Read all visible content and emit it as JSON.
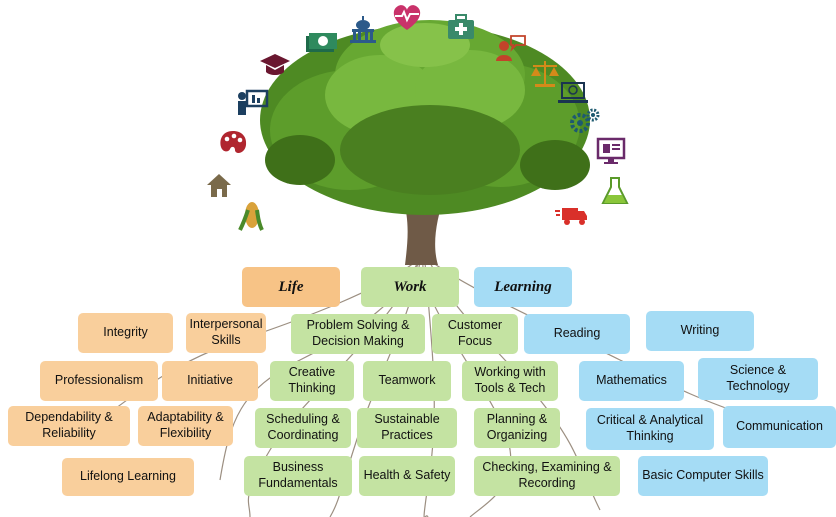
{
  "headers": {
    "life": "Life",
    "work": "Work",
    "learning": "Learning"
  },
  "life": {
    "integrity": "Integrity",
    "interpersonal_skills": "Interpersonal Skills",
    "professionalism": "Professionalism",
    "initiative": "Initiative",
    "dependability": "Dependability & Reliability",
    "adaptability": "Adaptability & Flexibility",
    "lifelong_learning": "Lifelong Learning"
  },
  "work": {
    "problem_solving": "Problem Solving & Decision Making",
    "customer_focus": "Customer Focus",
    "creative_thinking": "Creative Thinking",
    "teamwork": "Teamwork",
    "working_with_tools": "Working with Tools & Tech",
    "scheduling": "Scheduling & Coordinating",
    "sustainable_practices": "Sustainable Practices",
    "planning": "Planning & Organizing",
    "business_fundamentals": "Business Fundamentals",
    "health_safety": "Health & Safety",
    "checking": "Checking, Examining & Recording"
  },
  "learning": {
    "reading": "Reading",
    "writing": "Writing",
    "mathematics": "Mathematics",
    "science_technology": "Science & Technology",
    "critical_thinking": "Critical & Analytical Thinking",
    "communication": "Communication",
    "basic_computer_skills": "Basic Computer Skills"
  },
  "icons": [
    "corn-icon",
    "house-icon",
    "palette-icon",
    "teacher-icon",
    "graduation-cap-icon",
    "money-icon",
    "capitol-icon",
    "heartbeat-icon",
    "first-aid-kit-icon",
    "lawyer-icon",
    "scales-icon",
    "laptop-icon",
    "gears-icon",
    "monitor-icon",
    "flask-icon",
    "delivery-truck-icon"
  ],
  "colors": {
    "life": "#f9cf9c",
    "work": "#c4e3a2",
    "learning": "#a5dcf5"
  }
}
